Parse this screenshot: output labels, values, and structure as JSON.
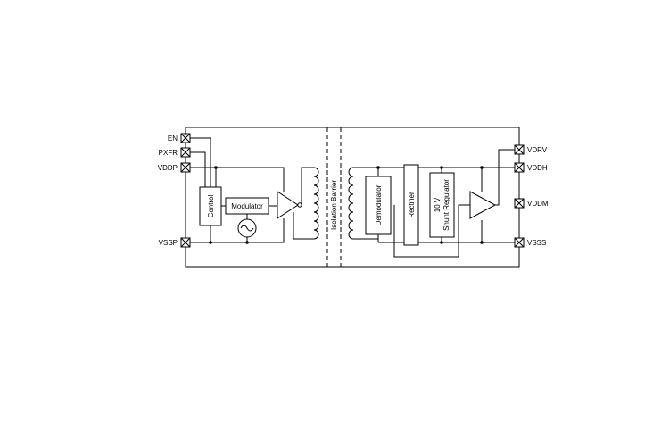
{
  "diagram": {
    "pins_left": {
      "en": "EN",
      "pxfr": "PXFR",
      "vddp": "VDDP",
      "vssp": "VSSP"
    },
    "pins_right": {
      "vdrv": "VDRV",
      "vddh": "VDDH",
      "vddm": "VDDM",
      "vsss": "VSSS"
    },
    "blocks": {
      "control": "Control",
      "modulator": "Modulator",
      "isolation_barrier": "Isolation Barrier",
      "demodulator": "Demodulator",
      "rectifier": "Rectifier",
      "shunt_regulator_line1": "10 V",
      "shunt_regulator_line2": "Shunt Regulator"
    }
  }
}
